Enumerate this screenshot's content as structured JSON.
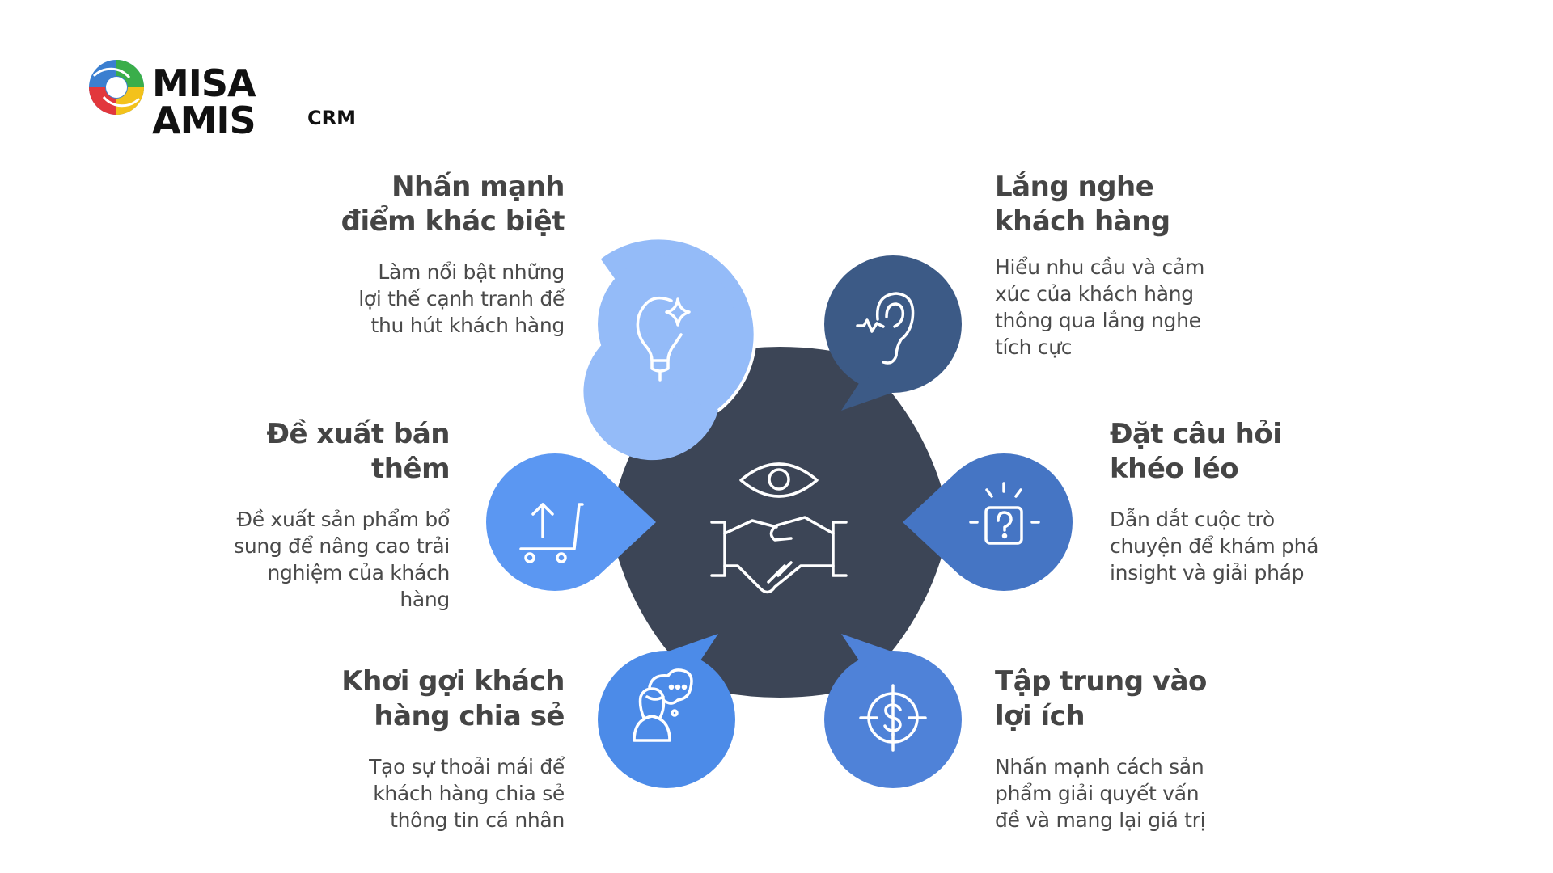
{
  "logo": {
    "brand": "MISA AMIS",
    "product": "CRM",
    "colors": [
      "#3b7fd0",
      "#3aae4a",
      "#f3c21b",
      "#e2373c"
    ]
  },
  "diagram": {
    "center": {
      "icon": "eye-handshake-icon",
      "color": "#3c4556"
    },
    "items": [
      {
        "position": "top-left",
        "title_lines": [
          "Nhấn mạnh",
          "điểm khác biệt"
        ],
        "desc_lines": [
          "Làm nổi bật những",
          "lợi thế cạnh tranh để",
          "thu hút khách hàng"
        ],
        "icon": "lightbulb-sparkle-icon",
        "color": "#94bbf8"
      },
      {
        "position": "top-right",
        "title_lines": [
          "Lắng nghe",
          "khách hàng"
        ],
        "desc_lines": [
          "Hiểu nhu cầu và cảm",
          "xúc của khách hàng",
          "thông qua lắng nghe",
          "tích cực"
        ],
        "icon": "ear-sound-icon",
        "color": "#3c5a86"
      },
      {
        "position": "left",
        "title_lines": [
          "Đề xuất bán",
          "thêm"
        ],
        "desc_lines": [
          "Đề xuất sản phẩm bổ",
          "sung để nâng cao trải",
          "nghiệm của khách",
          "hàng"
        ],
        "icon": "cart-upsell-icon",
        "color": "#5b97f2"
      },
      {
        "position": "right",
        "title_lines": [
          "Đặt câu hỏi",
          "khéo léo"
        ],
        "desc_lines": [
          "Dẫn dắt cuộc trò",
          "chuyện để khám phá",
          "insight và giải pháp"
        ],
        "icon": "question-box-icon",
        "color": "#4575c4"
      },
      {
        "position": "bottom-left",
        "title_lines": [
          "Khơi gợi khách",
          "hàng chia sẻ"
        ],
        "desc_lines": [
          "Tạo sự thoải mái để",
          "khách hàng chia sẻ",
          "thông tin cá nhân"
        ],
        "icon": "person-thought-bubble-icon",
        "color": "#4c8be8"
      },
      {
        "position": "bottom-right",
        "title_lines": [
          "Tập trung vào",
          "lợi ích"
        ],
        "desc_lines": [
          "Nhấn mạnh cách sản",
          "phẩm giải quyết vấn",
          "đề và mang lại giá trị"
        ],
        "icon": "dollar-target-icon",
        "color": "#4f82d8"
      }
    ]
  }
}
